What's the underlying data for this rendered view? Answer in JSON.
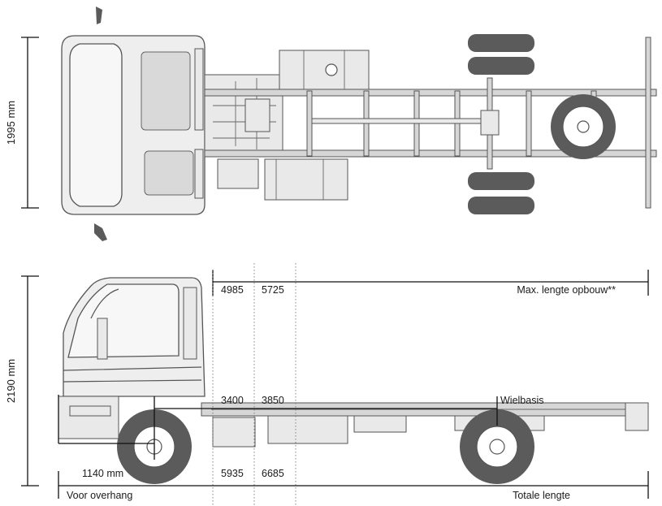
{
  "dimensions": {
    "width_top": "1995 mm",
    "height_side": "2190 mm",
    "front_overhang": "1140 mm",
    "front_overhang_label": "Voor overhang",
    "wheelbase_label": "Wielbasis",
    "total_length_label": "Totale lengte",
    "max_body_length_label": "Max. lengte opbouw**",
    "max_body_lengths": [
      "4985",
      "5725"
    ],
    "wheelbases": [
      "3400",
      "3850"
    ],
    "total_lengths": [
      "5935",
      "6685"
    ]
  },
  "colors": {
    "line": "#111111",
    "tire": "#5b5b5b",
    "frame": "#555555"
  }
}
